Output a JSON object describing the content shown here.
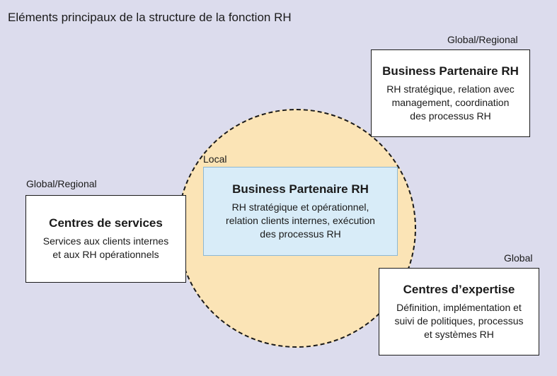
{
  "title": "Eléments principaux de la structure de la fonction RH",
  "circle_label": "Local",
  "local_box": {
    "title": "Business Partenaire RH",
    "line1": "RH stratégique et opérationnel,",
    "line2": "relation clients internes, exécution",
    "line3": "des processus RH"
  },
  "top_right": {
    "region": "Global/Regional",
    "title": "Business Partenaire RH",
    "line1": "RH stratégique, relation avec",
    "line2": "management, coordination",
    "line3": "des processus RH"
  },
  "left": {
    "region": "Global/Regional",
    "title": "Centres de services",
    "line1": "Services aux clients internes",
    "line2": "et aux RH opérationnels"
  },
  "bottom_right": {
    "region": "Global",
    "title": "Centres d’expertise",
    "line1": "Définition, implémentation et",
    "line2": "suivi de politiques, processus",
    "line3": "et systèmes RH"
  },
  "colors": {
    "background": "#dcdced",
    "circle_fill": "#fbe4b6",
    "local_box_fill": "#d8ecf8"
  }
}
